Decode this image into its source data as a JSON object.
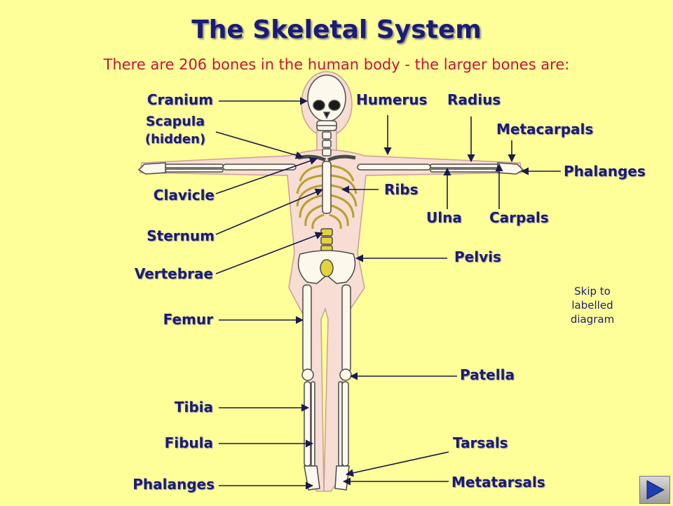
{
  "title": "The Skeletal System",
  "subtitle": "There are 206 bones in the human body - the larger bones are:",
  "labels": {
    "cranium": "Cranium",
    "scapula": "Scapula",
    "scapula_note": "(hidden)",
    "clavicle": "Clavicle",
    "sternum": "Sternum",
    "vertebrae": "Vertebrae",
    "femur": "Femur",
    "tibia": "Tibia",
    "fibula": "Fibula",
    "phalanges_foot": "Phalanges",
    "humerus": "Humerus",
    "radius": "Radius",
    "metacarpals": "Metacarpals",
    "phalanges_hand": "Phalanges",
    "ribs": "Ribs",
    "ulna": "Ulna",
    "carpals": "Carpals",
    "pelvis": "Pelvis",
    "patella": "Patella",
    "tarsals": "Tarsals",
    "metatarsals": "Metatarsals"
  },
  "skip_link": {
    "line1": "Skip to",
    "line2": "labelled",
    "line3": "diagram"
  },
  "nav": {
    "next_icon": "play-arrow-icon"
  },
  "colors": {
    "background": "#ffff99",
    "title": "#1b1b78",
    "subtitle": "#c0143c",
    "body": "#f7ddd3",
    "bone": "#fdf8ec",
    "cartilage": "#e6d23a"
  }
}
